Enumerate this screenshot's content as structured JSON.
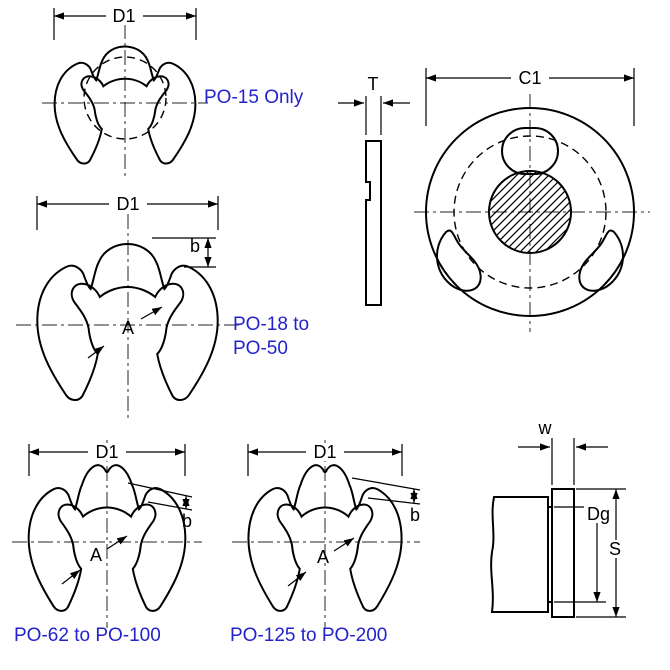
{
  "title": "E-clip retaining ring technical drawing",
  "colors": {
    "line": "#000000",
    "annotation_blue": "#2323cd",
    "background": "#ffffff"
  },
  "dimension_labels": {
    "d1": "D1",
    "t": "T",
    "c1": "C1",
    "b": "b",
    "a": "A",
    "w": "w",
    "dg": "Dg",
    "s": "S"
  },
  "annotations": {
    "po15": "PO-15 Only",
    "po18_line1": "PO-18 to",
    "po18_line2": "PO-50",
    "po62": "PO-62 to PO-100",
    "po125": "PO-125 to PO-200"
  },
  "views": {
    "top_left": "E-clip plan view, size PO-15 only",
    "middle_left": "E-clip plan view, sizes PO-18 to PO-50",
    "side": "Clip edge view showing thickness T",
    "front_installed": "Clip installed on shaft, outer diameter C1",
    "bottom_left": "E-clip plan view, sizes PO-62 to PO-100",
    "bottom_middle": "E-clip plan view, sizes PO-125 to PO-200",
    "section": "Shaft groove section with clip, dimensions w, Dg, S"
  }
}
